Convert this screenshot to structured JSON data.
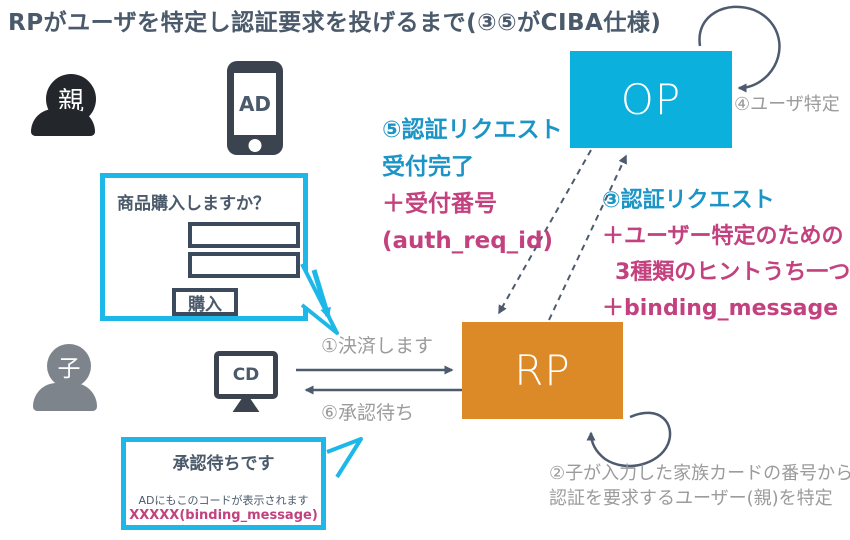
{
  "title": "RPがユーザを特定し認証要求を投げるまで(③⑤がCIBA仕様)",
  "colors": {
    "cyan_box": "#0cb0dc",
    "cyan_line": "#1eb8e8",
    "orange": "#dc8a27",
    "pink": "#c2417e",
    "blue": "#1b94c6",
    "slate": "#4b5a6b",
    "connector": "#4e5a6e",
    "dark": "#3a434e",
    "gray": "#9b9b9b",
    "parent": "#23272c",
    "child": "#7d848c",
    "input_border": "#3b4a5c"
  },
  "actors": {
    "parent": {
      "label": "親"
    },
    "child": {
      "label": "子"
    }
  },
  "devices": {
    "ad": {
      "label": "AD"
    },
    "cd": {
      "label": "CD"
    }
  },
  "nodes": {
    "op": {
      "label": "OP"
    },
    "rp": {
      "label": "RP"
    }
  },
  "bubbles": {
    "purchase": {
      "question": "商品購入しますか？",
      "buy_button": "購入"
    },
    "waiting": {
      "title": "承認待ちです",
      "note": "ADにもこのコードが表示されます",
      "code": "XXXXX(binding_message)"
    }
  },
  "steps": {
    "s1": "①決済します",
    "s2": {
      "line1": "②子が入力した家族カードの番号から",
      "line2": "認証を要求するユーザー(親)を特定"
    },
    "s3": {
      "line1": "③認証リクエスト",
      "line2": "＋ユーザー特定のための",
      "line3": "3種類のヒントうち一つ",
      "line4": "＋binding_message"
    },
    "s4": "④ユーザ特定",
    "s5": {
      "line1": "⑤認証リクエスト",
      "line2": "受付完了",
      "line3": "＋受付番号",
      "line4": "(auth_req_id)"
    },
    "s6": "⑥承認待ち"
  }
}
